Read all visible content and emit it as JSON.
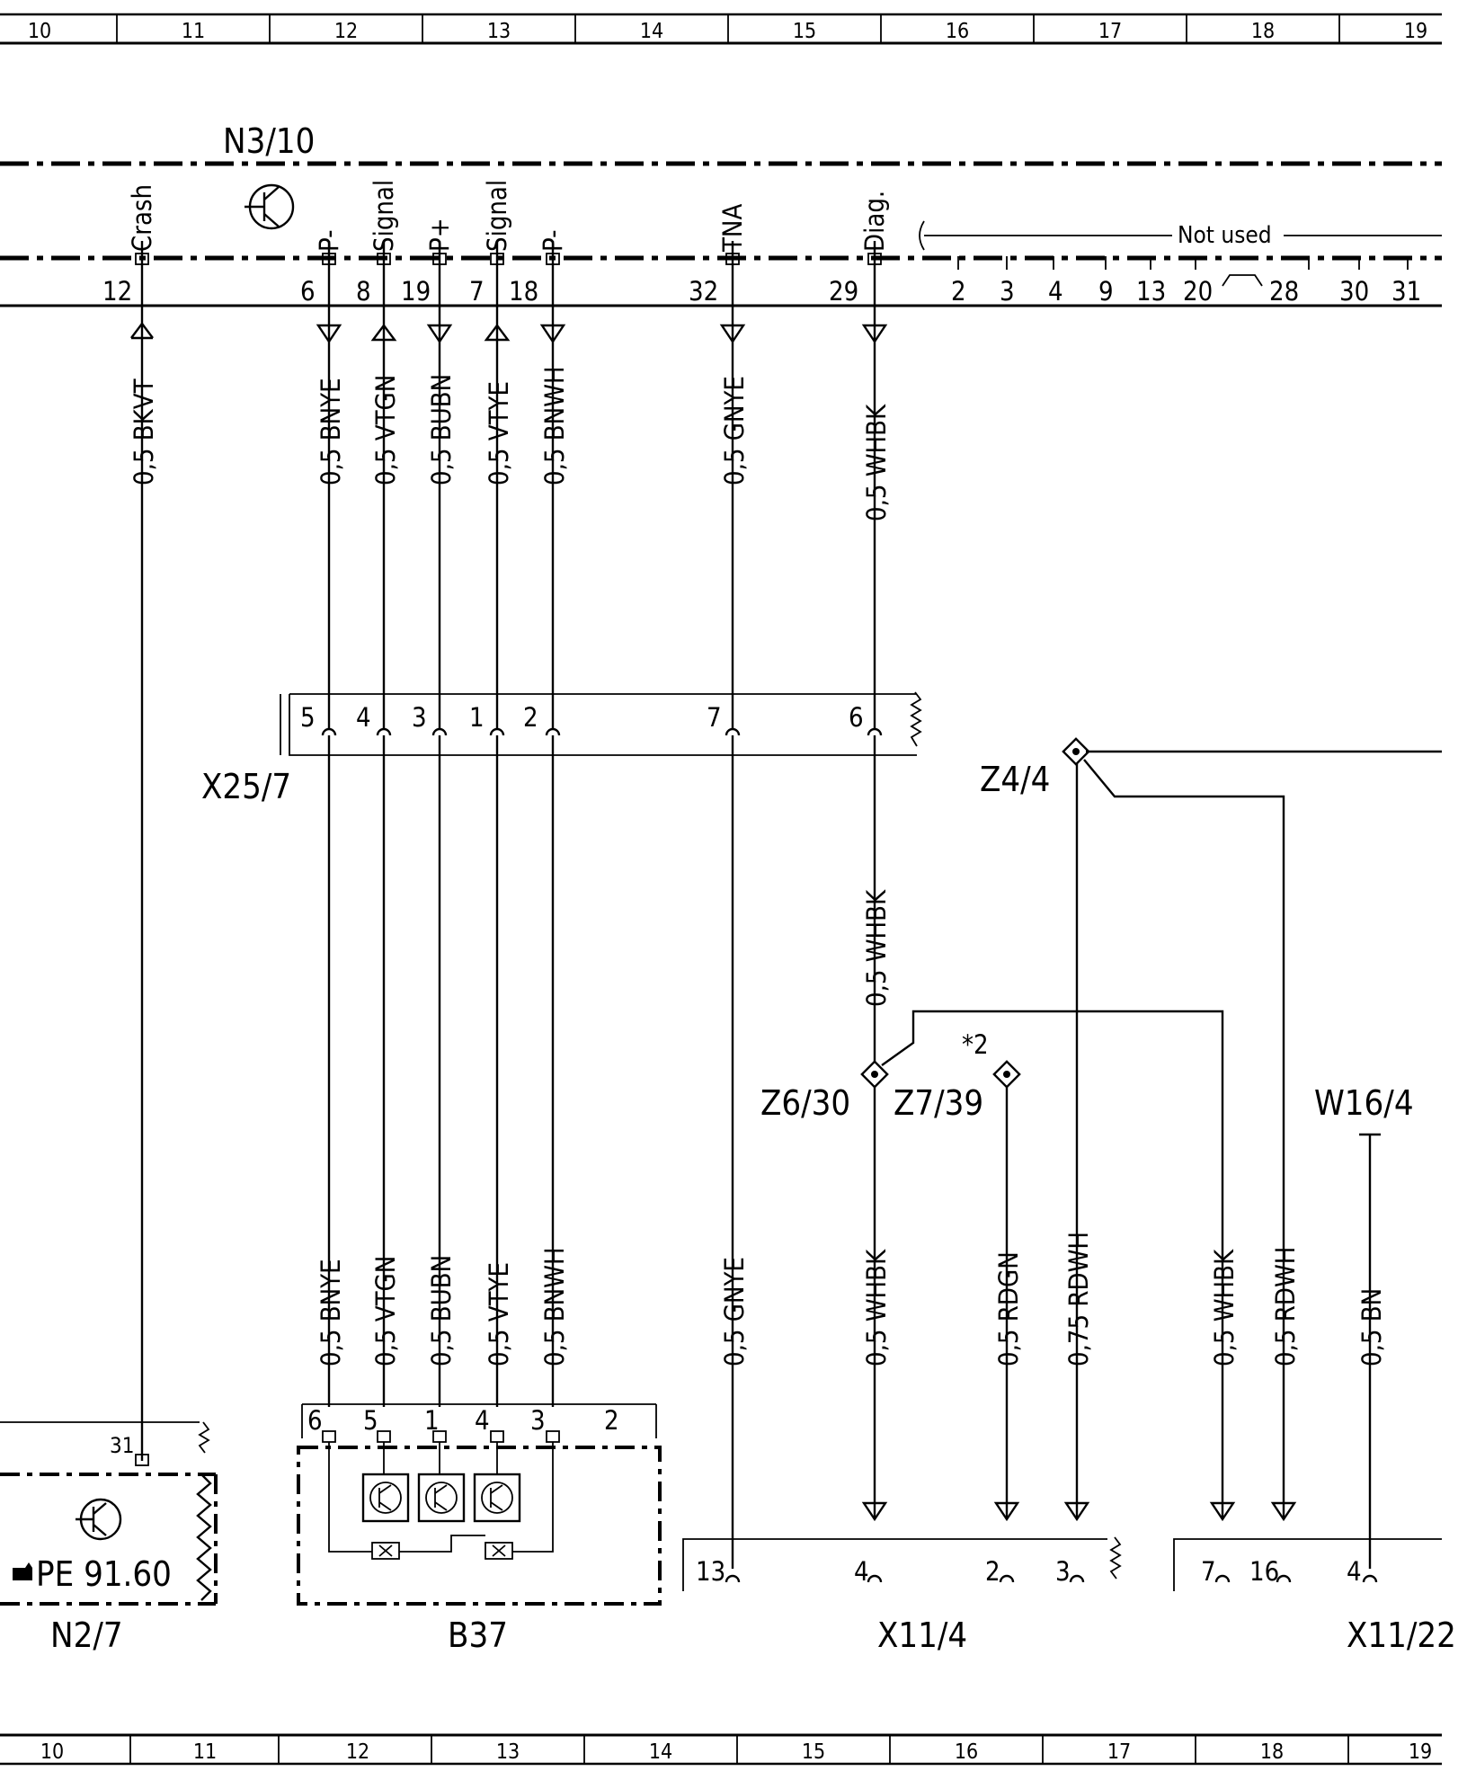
{
  "grid_labels": [
    "10",
    "11",
    "12",
    "13",
    "14",
    "15",
    "16",
    "17",
    "18",
    "19"
  ],
  "components": {
    "control_unit": "N3/10",
    "pin_labels": [
      "Crash",
      "P-",
      "Signal",
      "P+",
      "Signal",
      "P-",
      "TNA",
      "Diag."
    ],
    "pin_numbers": [
      "12",
      "6",
      "8",
      "19",
      "7",
      "18",
      "32",
      "29"
    ],
    "not_used_label": "Not used",
    "not_used_pins": [
      "2",
      "3",
      "4",
      "9",
      "13",
      "20",
      "28",
      "30",
      "31"
    ],
    "connector_x25": "X25/7",
    "x25_pins": [
      "5",
      "4",
      "3",
      "1",
      "2",
      "7",
      "6"
    ],
    "z4": "Z4/4",
    "z6": "Z6/30",
    "z7": "Z7/39",
    "star_note": "*2",
    "w16": "W16/4",
    "n27": "N2/7",
    "n27_pin": "31",
    "n27_text": "PE 91.60",
    "b37": "B37",
    "b37_pins": [
      "6",
      "5",
      "1",
      "4",
      "3",
      "2"
    ],
    "x11_4": "X11/4",
    "x11_4_pins": [
      "13",
      "4",
      "2",
      "3"
    ],
    "x11_22": "X11/22",
    "x11_22_pins": [
      "7",
      "16",
      "4"
    ]
  },
  "wires": {
    "upper": [
      "0,5 BKVT",
      "0,5 BNYE",
      "0,5 VTGN",
      "0,5 BUBN",
      "0,5 VTYE",
      "0,5 BNWH",
      "0,5 GNYE",
      "0,5 WHBK"
    ],
    "mid_whbk": "0,5 WHBK",
    "lower": [
      "0,5 BNYE",
      "0,5 VTGN",
      "0,5 BUBN",
      "0,5 VTYE",
      "0,5 BNWH",
      "0,5 GNYE",
      "0,5 WHBK",
      "0,5 RDGN",
      "0,75 RDWH",
      "0,5 WHBK",
      "0,5 RDWH",
      "0,5 BN"
    ]
  }
}
